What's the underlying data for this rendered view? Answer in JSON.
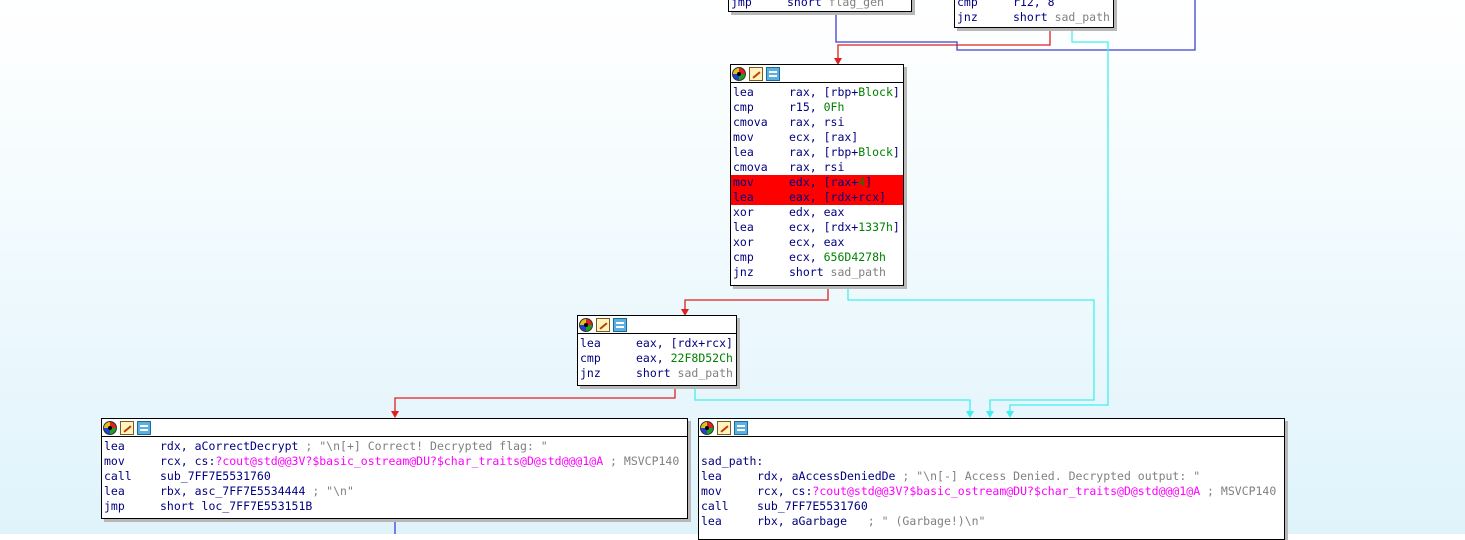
{
  "blocks": {
    "top_left": {
      "lines": [
        {
          "mn": "jmp",
          "op": "short",
          "target": "flag_gen"
        }
      ]
    },
    "top_right": {
      "lines": [
        {
          "mn": "cmp",
          "op": "r12, 8"
        },
        {
          "mn": "jnz",
          "op": "short",
          "target": "sad_path"
        }
      ]
    },
    "center": {
      "lines": [
        {
          "mn": "lea",
          "a": "rax, [rbp+",
          "b": "Block",
          "c": "]"
        },
        {
          "mn": "cmp",
          "a": "r15, ",
          "b": "0Fh",
          "c": ""
        },
        {
          "mn": "cmova",
          "a": "rax, rsi",
          "b": "",
          "c": ""
        },
        {
          "mn": "mov",
          "a": "ecx, [rax]",
          "b": "",
          "c": ""
        },
        {
          "mn": "lea",
          "a": "rax, [rbp+",
          "b": "Block",
          "c": "]"
        },
        {
          "mn": "cmova",
          "a": "rax, rsi",
          "b": "",
          "c": ""
        },
        {
          "mn": "mov",
          "a": "edx, [rax+",
          "b": "4",
          "c": "]"
        },
        {
          "mn": "lea",
          "a": "eax, [rdx+rcx]",
          "b": "",
          "c": ""
        },
        {
          "mn": "xor",
          "a": "edx, eax",
          "b": "",
          "c": ""
        },
        {
          "mn": "lea",
          "a": "ecx, [rdx+",
          "b": "1337h",
          "c": "]"
        },
        {
          "mn": "xor",
          "a": "ecx, eax",
          "b": "",
          "c": ""
        },
        {
          "mn": "cmp",
          "a": "ecx, ",
          "b": "656D4278h",
          "c": ""
        },
        {
          "mn": "jnz",
          "a": "short ",
          "b": "sad_path",
          "c": ""
        }
      ]
    },
    "small": {
      "lines": [
        {
          "mn": "lea",
          "a": "eax, [rdx+rcx]",
          "b": ""
        },
        {
          "mn": "cmp",
          "a": "eax, ",
          "b": "22F8D52Ch"
        },
        {
          "mn": "jnz",
          "a": "short ",
          "b": "sad_path"
        }
      ]
    },
    "correct": {
      "lines": [
        {
          "mn": "lea",
          "a": "rdx, aCorrectDecrypt",
          "sym": "",
          "cmt": " ; \"\\n[+] Correct! Decrypted flag: \""
        },
        {
          "mn": "mov",
          "a": "rcx, cs:",
          "sym": "?cout@std@@3V?$basic_ostream@DU?$char_traits@D@std@@@1@A",
          "cmt": " ; MSVCP140"
        },
        {
          "mn": "call",
          "a": "sub_7FF7E5531760",
          "sym": "",
          "cmt": ""
        },
        {
          "mn": "lea",
          "a": "rbx, asc_7FF7E5534444",
          "sym": "",
          "cmt": " ; \"\\n\""
        },
        {
          "mn": "jmp",
          "a": "short loc_7FF7E553151B",
          "sym": "",
          "cmt": ""
        }
      ]
    },
    "sad": {
      "label": "sad_path:",
      "lines": [
        {
          "mn": "lea",
          "a": "rdx, aAccessDeniedDe",
          "sym": "",
          "cmt": " ; \"\\n[-] Access Denied. Decrypted output: \""
        },
        {
          "mn": "mov",
          "a": "rcx, cs:",
          "sym": "?cout@std@@3V?$basic_ostream@DU?$char_traits@D@std@@@1@A",
          "cmt": " ; MSVCP140"
        },
        {
          "mn": "call",
          "a": "sub_7FF7E5531760",
          "sym": "",
          "cmt": ""
        },
        {
          "mn": "lea",
          "a": "rbx, aGarbage   ",
          "sym": "",
          "cmt": "; \" (Garbage!)\\n\""
        }
      ]
    }
  },
  "colors": {
    "taken_edge": "#e02020",
    "fallthrough_edge": "#40f0f0",
    "jump_edge": "#4040d0",
    "highlight": "#ff0000"
  }
}
